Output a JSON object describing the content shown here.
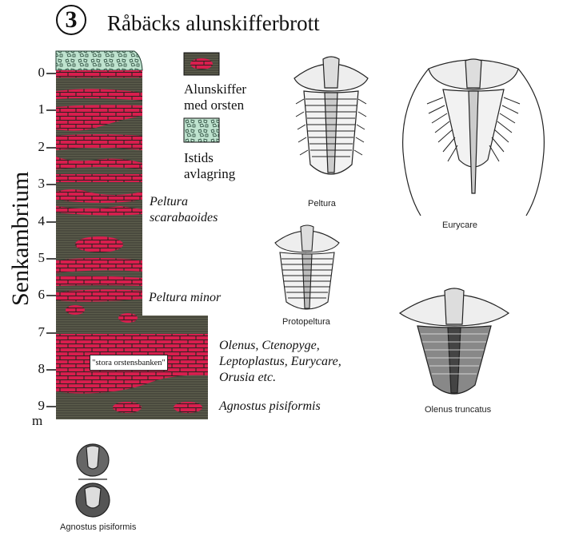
{
  "badge": "3",
  "title": "Råbäcks alunskifferbrott",
  "axis": {
    "label": "Senkambrium",
    "unit": "m",
    "ticks": [
      "0",
      "1",
      "2",
      "3",
      "4",
      "5",
      "6",
      "7",
      "8",
      "9"
    ]
  },
  "legend": {
    "shale_label_line1": "Alunskiffer",
    "shale_label_line2": "med orsten",
    "glacial_label_line1": "Istids",
    "glacial_label_line2": "avlagring"
  },
  "zones": {
    "peltura_scarabaeoides_line1": "Peltura",
    "peltura_scarabaeoides_line2": "scarabaoides",
    "peltura_minor": "Peltura minor",
    "olenus_line1": "Olenus, Ctenopyge,",
    "olenus_line2": "Leptoplastus, Eurycare,",
    "olenus_line3": "Orusia etc.",
    "agnostus": "Agnostus pisiformis"
  },
  "bank_label": "\"stora orstensbanken\"",
  "fossils": {
    "peltura": "Peltura",
    "eurycare": "Eurycare",
    "protopeltura": "Protopeltura",
    "olenus_truncatus": "Olenus truncatus",
    "agnostus_pisiformis": "Agnostus pisiformis"
  },
  "colors": {
    "shale": "#4a4a3e",
    "orsten": "#d81e4e",
    "glacial": "#bfe3cf"
  }
}
